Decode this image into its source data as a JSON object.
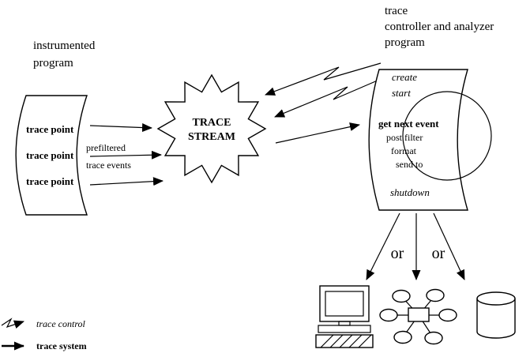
{
  "colors": {
    "ink": "#000000",
    "background": "#ffffff"
  },
  "left_program": {
    "title": [
      "instrumented",
      "program"
    ],
    "trace_points": [
      "trace point",
      "trace point",
      "trace point"
    ]
  },
  "prefilter_label": [
    "prefiltered",
    "trace events"
  ],
  "stream": {
    "label": [
      "TRACE",
      "STREAM"
    ]
  },
  "controller": {
    "title": [
      "trace",
      "controller and analyzer",
      "program"
    ],
    "create": "create",
    "start": "start",
    "get_next_event": "get next event",
    "post_filter": "post filter",
    "format": "format",
    "send_to": "send to",
    "shutdown": "shutdown"
  },
  "or_labels": [
    "or",
    "or"
  ],
  "legend": [
    {
      "label": "trace control",
      "arrow_style": "zigzag"
    },
    {
      "label": "trace system",
      "arrow_style": "solid-bold"
    }
  ],
  "output_icons": [
    "workstation-icon",
    "network-icon",
    "database-icon"
  ]
}
